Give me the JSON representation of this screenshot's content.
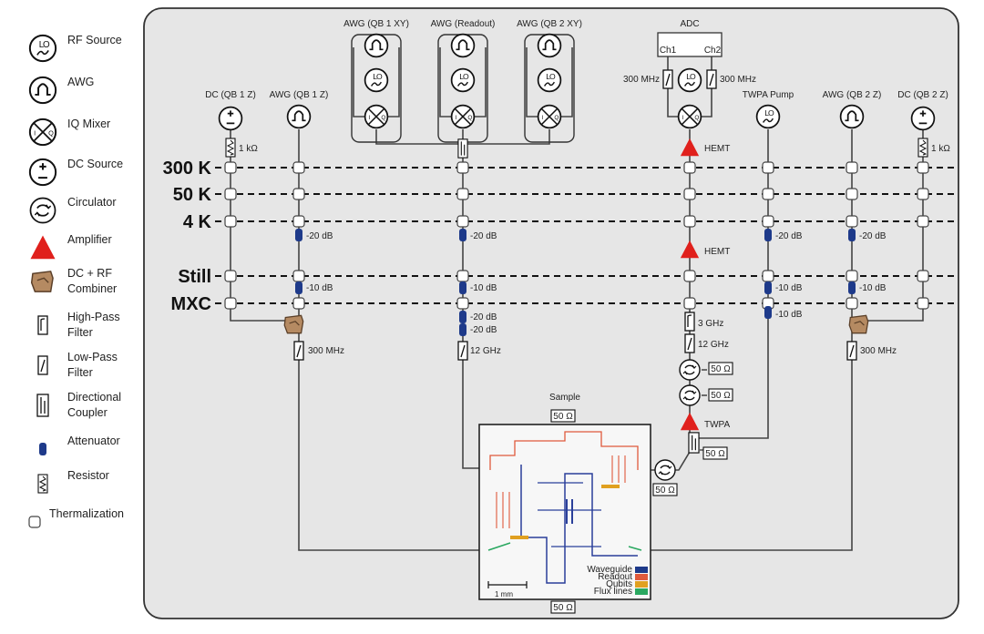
{
  "legend": [
    {
      "icon": "rf-source-icon",
      "label": "RF Source"
    },
    {
      "icon": "awg-icon",
      "label": "AWG"
    },
    {
      "icon": "iq-mixer-icon",
      "label": "IQ Mixer"
    },
    {
      "icon": "dc-source-icon",
      "label": "DC Source"
    },
    {
      "icon": "circulator-icon",
      "label": "Circulator"
    },
    {
      "icon": "amplifier-icon",
      "label": "Amplifier"
    },
    {
      "icon": "dc-rf-combiner-icon",
      "label": "DC + RF\nCombiner"
    },
    {
      "icon": "high-pass-filter-icon",
      "label": "High-Pass\nFilter"
    },
    {
      "icon": "low-pass-filter-icon",
      "label": "Low-Pass\nFilter"
    },
    {
      "icon": "directional-coupler-icon",
      "label": "Directional\nCoupler"
    },
    {
      "icon": "attenuator-icon",
      "label": "Attenuator"
    },
    {
      "icon": "resistor-icon",
      "label": "Resistor"
    },
    {
      "icon": "thermalization-icon",
      "label": "Thermalization"
    }
  ],
  "stages": [
    "300 K",
    "50 K",
    "4 K",
    "Still",
    "MXC"
  ],
  "instruments": {
    "dc_qb1": "DC (QB 1 Z)",
    "awg_qb1": "AWG (QB 1 Z)",
    "awg_qb1_xy": "AWG (QB 1 XY)",
    "awg_readout": "AWG (Readout)",
    "awg_qb2_xy": "AWG (QB 2 XY)",
    "adc": "ADC",
    "ch1": "Ch1",
    "ch2": "Ch2",
    "twpa_pump": "TWPA Pump",
    "awg_qb2": "AWG (QB 2 Z)",
    "dc_qb2": "DC (QB 2 Z)"
  },
  "components": {
    "resistor_value": "1 kΩ",
    "att_20": "-20 dB",
    "att_10": "-10 dB",
    "lpf_300": "300 MHz",
    "lpf_12": "12 GHz",
    "hpf_3": "3 GHz",
    "hemt": "HEMT",
    "twpa": "TWPA",
    "termination": "50 Ω"
  },
  "sample": {
    "title": "Sample",
    "scale_bar": "1 mm",
    "chip_legend": [
      {
        "label": "Waveguide",
        "color": "#1e3a8a"
      },
      {
        "label": "Readout",
        "color": "#e05a3c"
      },
      {
        "label": "Qubits",
        "color": "#e0a020"
      },
      {
        "label": "Flux lines",
        "color": "#2aa860"
      }
    ]
  },
  "colors": {
    "panel": "#e6e6e6",
    "amplifier": "#e0201c",
    "attenuator": "#1e3a8a",
    "combiner": "#b58a62"
  }
}
